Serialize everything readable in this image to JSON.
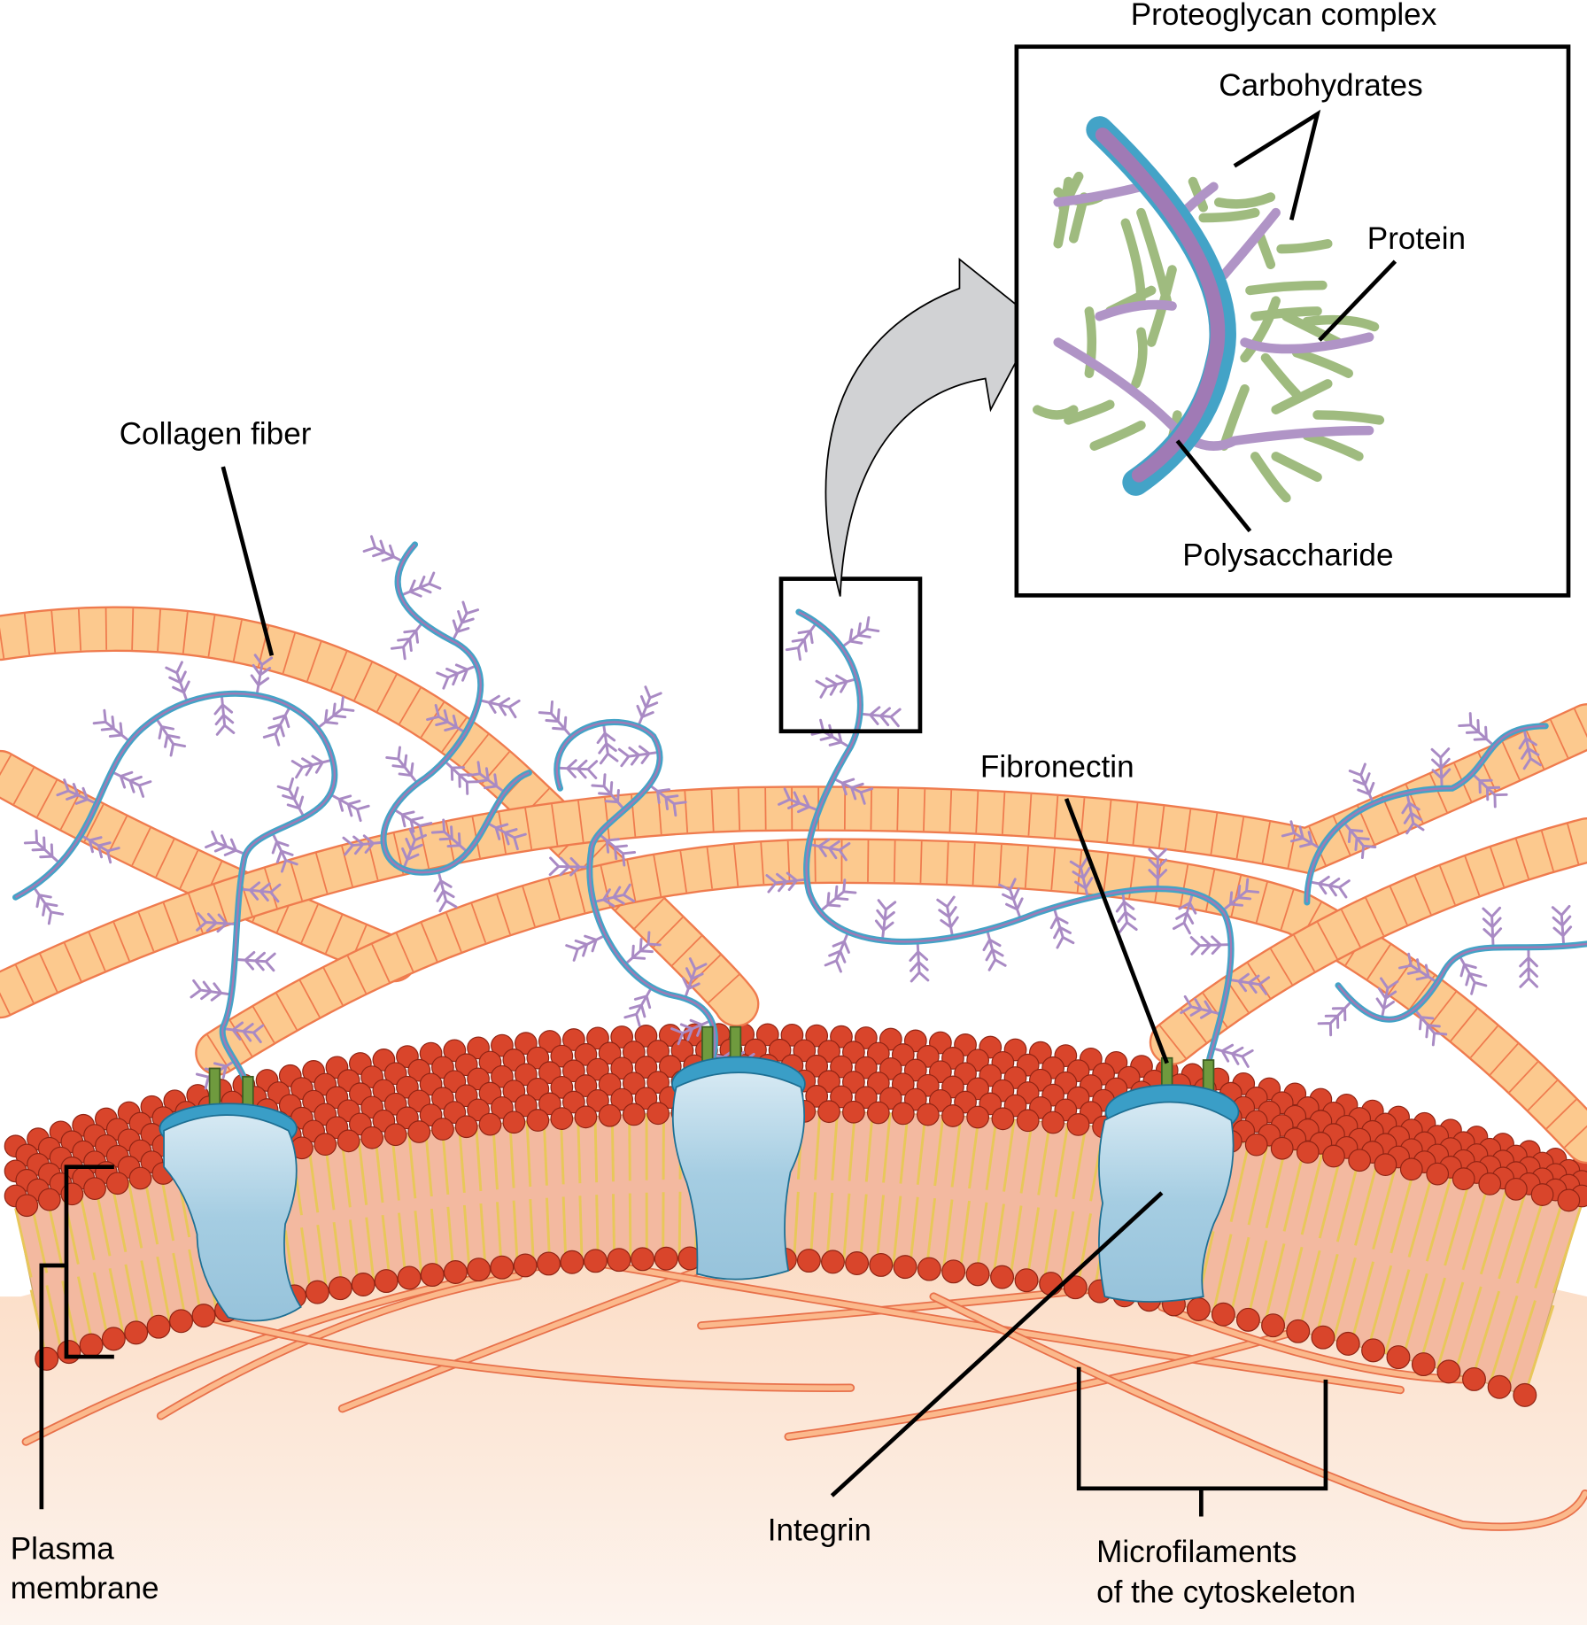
{
  "labels": {
    "collagen_fiber": "Collagen fiber",
    "fibronectin": "Fibronectin",
    "integrin": "Integrin",
    "plasma_membrane_line1": "Plasma",
    "plasma_membrane_line2": "membrane",
    "microfilaments_line1": "Microfilaments",
    "microfilaments_line2": "of the cytoskeleton"
  },
  "inset": {
    "title": "Proteoglycan complex",
    "carbohydrates": "Carbohydrates",
    "protein": "Protein",
    "polysaccharide": "Polysaccharide"
  },
  "colors": {
    "collagen_fill": "#fcc98e",
    "collagen_outline": "#ef7b4e",
    "lipid_head": "#d9452b",
    "lipid_tail": "#e8c75a",
    "integrin": "#a5cde2",
    "integrin_cap": "#3a9ec7",
    "fibronectin": "#6f9a3e",
    "protein": "#43a3c7",
    "polysaccharide": "#a07ab5",
    "carbohydrate": "#9fbb7f",
    "cytoplasm": "#fde6d3"
  }
}
